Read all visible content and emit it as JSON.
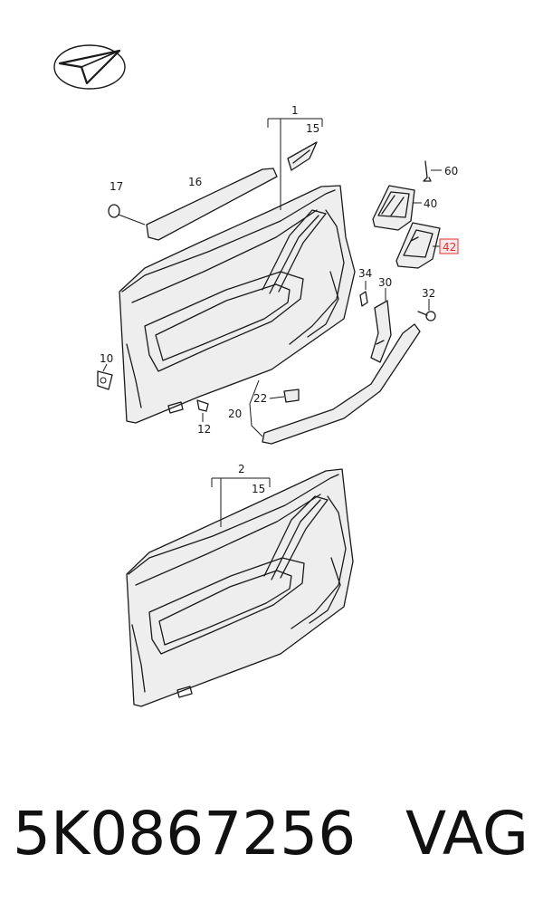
{
  "labels": {
    "l1": "1",
    "l15a": "15",
    "l16": "16",
    "l17": "17",
    "l60": "60",
    "l40": "40",
    "l42": "42",
    "l34": "34",
    "l30": "30",
    "l32": "32",
    "l10": "10",
    "l22": "22",
    "l20": "20",
    "l12": "12",
    "l2": "2",
    "l15b": "15"
  },
  "highlight": {
    "label": "42",
    "color": "#e03030"
  },
  "caption": {
    "part_number": "5K0867256",
    "brand": "VAG"
  },
  "logo": {
    "icon": "paper-plane-in-ellipse-icon"
  }
}
